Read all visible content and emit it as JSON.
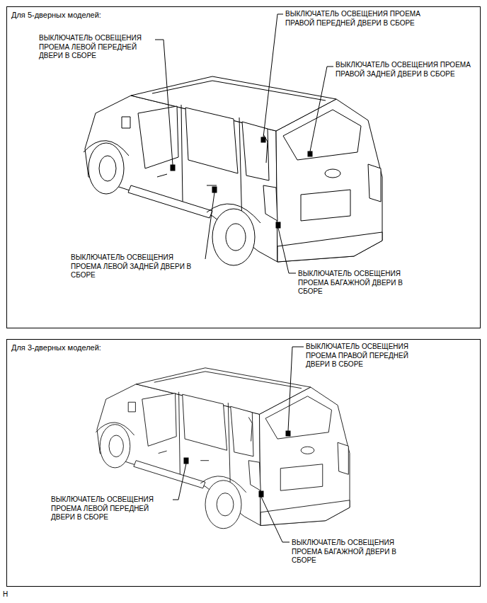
{
  "diagram": {
    "nodes": [
      {
        "text": [
          "Для 5-дверных моделей:"
        ]
      },
      {
        "text": [
          "Для 3-дверных моделей:"
        ]
      }
    ],
    "edges": [],
    "labels": [
      "ВЫКЛЮЧАТЕЛЬ ОСВЕЩЕНИЯ ПРОЕМА ЛЕВОЙ ПЕРЕДНЕЙ ДВЕРИ В СБОРЕ",
      "ВЫКЛЮЧАТЕЛЬ ОСВЕЩЕНИЯ ПРОЕМА ПРАВОЙ ПЕРЕДНЕЙ ДВЕРИ В СБОРЕ",
      "ВЫКЛЮЧАТЕЛЬ ОСВЕЩЕНИЯ ПРОЕМА ПРАВОЙ ЗАДНЕЙ ДВЕРИ В СБОРЕ",
      "ВЫКЛЮЧАТЕЛЬ ОСВЕЩЕНИЯ ПРОЕМА ЛЕВОЙ ЗАДНЕЙ ДВЕРИ В СБОРЕ",
      "ВЫКЛЮЧАТЕЛЬ ОСВЕЩЕНИЯ ПРОЕМА БАГАЖНОЙ ДВЕРИ В СБОРЕ",
      "ВЫКЛЮЧАТЕЛЬ ОСВЕЩЕНИЯ ПРОЕМА ПРАВОЙ ПЕРЕДНЕЙ ДВЕРИ В СБОРЕ",
      "ВЫКЛЮЧАТЕЛЬ ОСВЕЩЕНИЯ ПРОЕМА ЛЕВОЙ ПЕРЕДНЕЙ ДВЕРИ В СБОРЕ",
      "ВЫКЛЮЧАТЕЛЬ ОСВЕЩЕНИЯ ПРОЕМА БАГАЖНОЙ ДВЕРИ В СБОРЕ",
      "H"
    ]
  }
}
